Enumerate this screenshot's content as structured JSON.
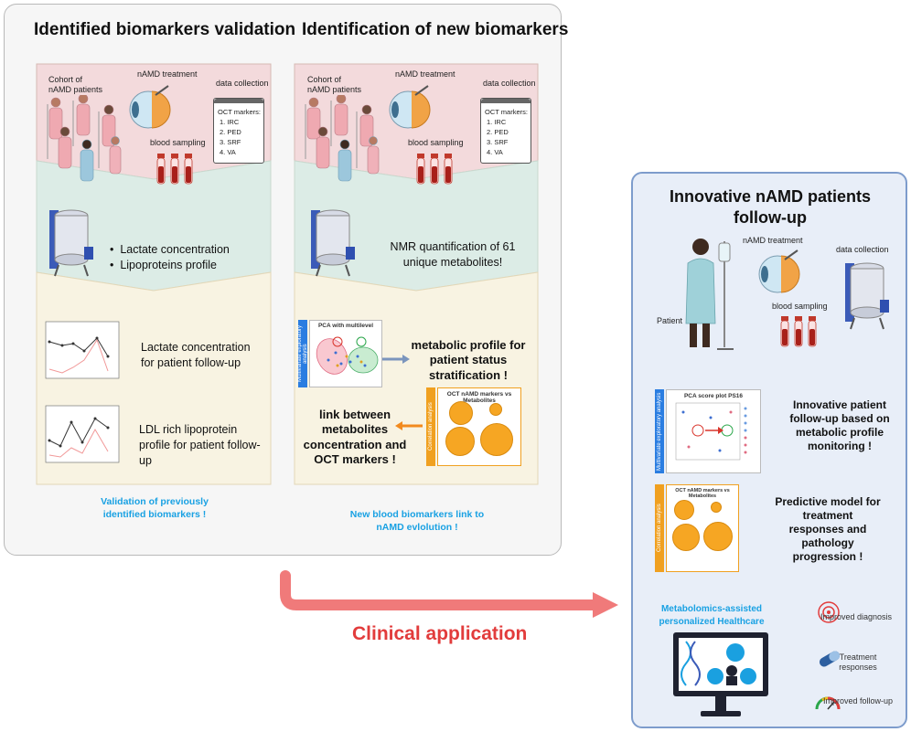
{
  "left_panel": {
    "col1": {
      "title": "Identified biomarkers validation",
      "cohort": [
        "Cohort of",
        "nAMD patients"
      ],
      "treatment": "nAMD treatment",
      "data_collection": "data collection",
      "blood_sampling": "blood sampling",
      "oct_title": "OCT markers:",
      "oct_items": [
        "1.  IRC",
        "2.  PED",
        "3.  SRF",
        "4.  VA"
      ],
      "bullets": [
        "Lactate concentration",
        "Lipoproteins profile"
      ],
      "graph1_text": "Lactate concentration for patient follow-up",
      "graph2_text": "LDL rich lipoprotein profile for patient follow-up",
      "caption": "Validation of previously identified biomarkers !"
    },
    "col2": {
      "title": "Identification of new biomarkers",
      "cohort": [
        "Cohort of",
        "nAMD patients"
      ],
      "treatment": "nAMD treatment",
      "data_collection": "data collection",
      "blood_sampling": "blood sampling",
      "oct_title": "OCT markers:",
      "oct_items": [
        "1.  IRC",
        "2.  PED",
        "3.  SRF",
        "4.  VA"
      ],
      "nmr_text": "NMR quantification of 61 unique metabolites!",
      "pca_title": "PCA with multilevel",
      "pca_tab": "Multivariate exploratory analysis",
      "metabolic_text": "metabolic profile for patient status stratification !",
      "corr_title": "OCT nAMD markers vs Metabolites",
      "corr_tab": "Correlation analysis",
      "link_text": "link between metabolites concentration and OCT markers !",
      "caption": "New blood biomarkers link to nAMD evlolution !"
    }
  },
  "right_panel": {
    "title": "Innovative nAMD patients follow-up",
    "treatment": "nAMD treatment",
    "data_collection": "data collection",
    "blood_sampling": "blood sampling",
    "patient": "Patient",
    "pca_title": "PCA score plot PS16",
    "pca_tab": "Multivariate exploratory analysis",
    "followup_text": "Innovative patient follow-up based on metabolic profile monitoring !",
    "corr_title": "OCT nAMD markers vs Metabolites",
    "corr_tab": "Correlation analysis",
    "predictive_text": "Predictive model for treatment responses and pathology progression !",
    "healthcare": "Metabolomics-assisted personalized Healthcare",
    "outcomes": [
      "Improved diagnosis",
      "Treatment responses",
      "Improved follow-up"
    ]
  },
  "clinical_application": "Clinical application",
  "colors": {
    "pink_band": "#f3dadc",
    "green_band": "#dcece6",
    "yellow_band": "#f8f3e2",
    "blue_caption": "#19a1e3",
    "arrow_red": "#f07a7a",
    "clinical_red": "#e23c3c",
    "arrow_orange": "#f28a1e",
    "arrow_blue": "#7b95bd"
  }
}
